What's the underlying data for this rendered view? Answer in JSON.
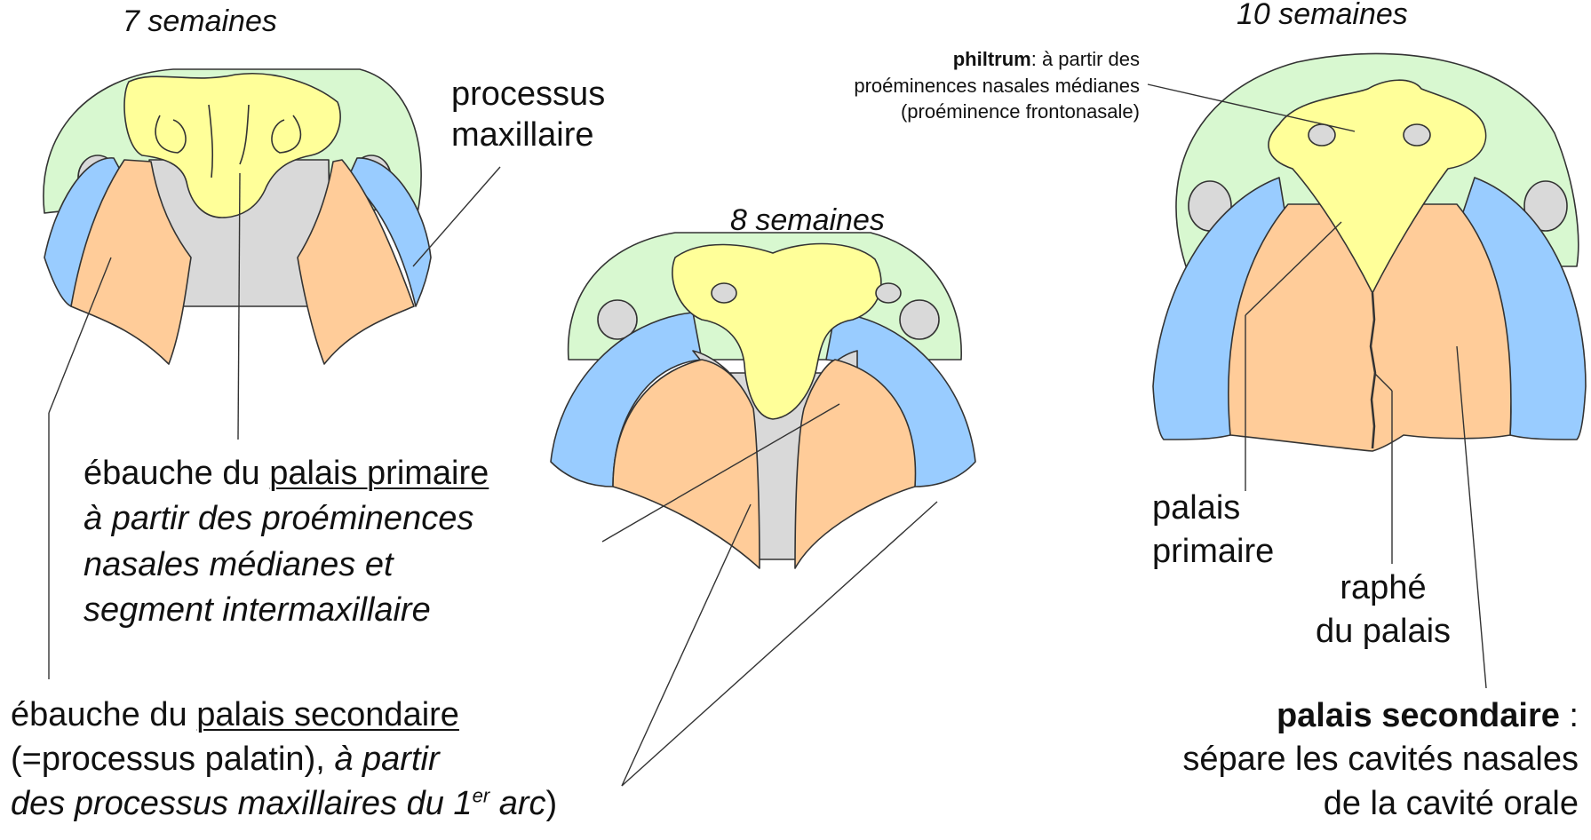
{
  "stages": {
    "w7": "7 semaines",
    "w8": "8 semaines",
    "w10": "10 semaines"
  },
  "labels": {
    "processus_maxillaire": [
      "processus",
      "maxillaire"
    ],
    "ebauche_primaire": {
      "prefix": "ébauche du ",
      "term": "palais primaire",
      "line2": "à partir des proéminences",
      "line3": "nasales médianes et",
      "line4": "segment intermaxillaire"
    },
    "ebauche_secondaire": {
      "prefix": "ébauche du ",
      "term": "palais secondaire",
      "line2_a": "(=processus palatin), ",
      "line2_b": "à partir",
      "line3_a": "des processus maxillaires du 1",
      "line3_sup": "er",
      "line3_b": " arc",
      "line3_c": ")"
    },
    "philtrum": {
      "term": "philtrum",
      "rest": ": à partir des",
      "line2": "proéminences nasales médianes",
      "line3": "(proéminence frontonasale)"
    },
    "palais_primaire": [
      "palais",
      "primaire"
    ],
    "raphe": [
      "raphé",
      "du palais"
    ],
    "palais_secondaire": {
      "term": "palais secondaire",
      "rest": " :",
      "line2": "sépare les cavités nasales",
      "line3": "de la cavité orale"
    }
  },
  "colors": {
    "green": "#d8f8d0",
    "yellow": "#ffff99",
    "gray": "#d9d9d9",
    "orange": "#ffcc99",
    "blue": "#99ccff",
    "outline": "#333333"
  }
}
